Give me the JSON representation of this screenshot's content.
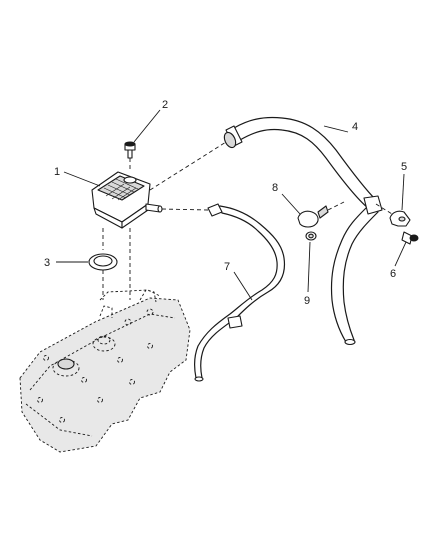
{
  "callouts": {
    "c1": "1",
    "c2": "2",
    "c3": "3",
    "c4": "4",
    "c5": "5",
    "c6": "6",
    "c7": "7",
    "c8": "8",
    "c9": "9"
  },
  "colors": {
    "line": "#1a1a1a",
    "background": "#ffffff",
    "shade": "#d9d9d9"
  }
}
